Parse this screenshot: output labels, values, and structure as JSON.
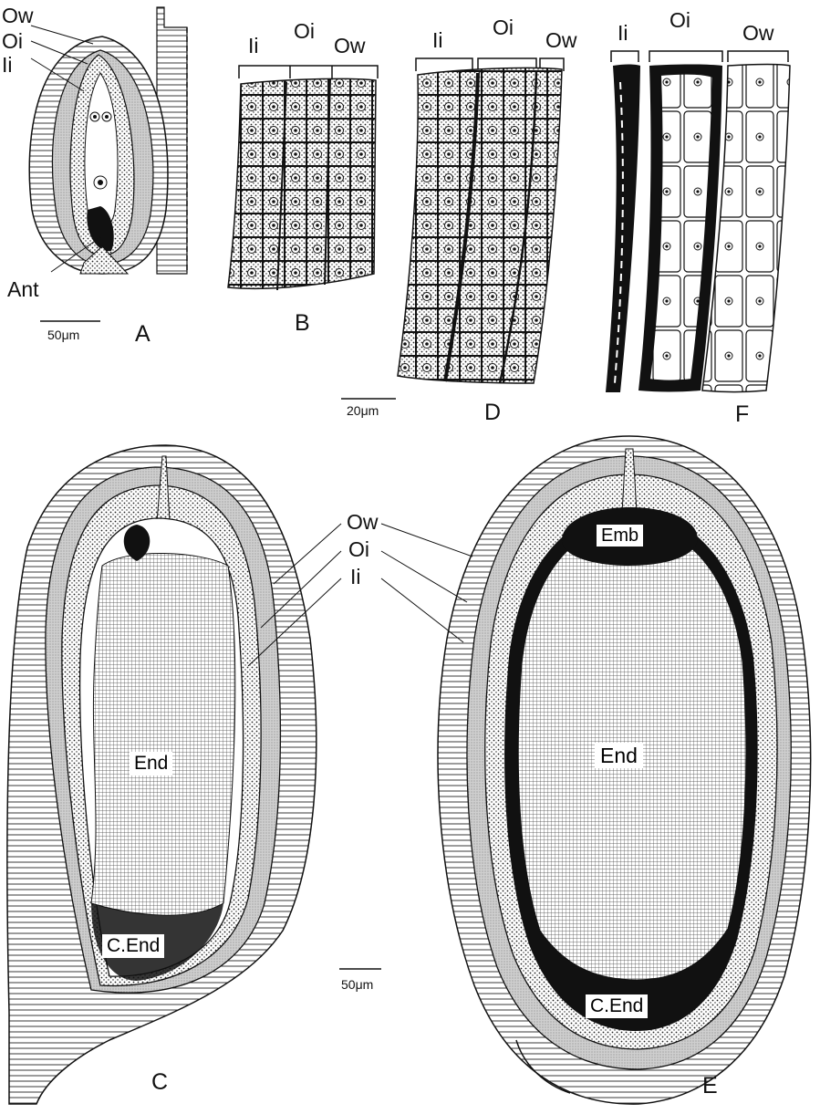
{
  "figure": {
    "panels": {
      "A": {
        "letter": "A",
        "labels": {
          "ow": "Ow",
          "oi": "Oi",
          "ii": "Ii",
          "ant": "Ant"
        },
        "scale_bar": "50μm"
      },
      "B": {
        "letter": "B",
        "layers": {
          "ii": "Ii",
          "oi": "Oi",
          "ow": "Ow"
        }
      },
      "D": {
        "letter": "D",
        "layers": {
          "ii": "Ii",
          "oi": "Oi",
          "ow": "Ow"
        },
        "scale_bar": "20μm"
      },
      "F": {
        "letter": "F",
        "layers": {
          "ii": "Ii",
          "oi": "Oi",
          "ow": "Ow"
        }
      },
      "C": {
        "letter": "C",
        "labels": {
          "end": "End",
          "cend": "C.End"
        }
      },
      "E": {
        "letter": "E",
        "labels": {
          "emb": "Emb",
          "end": "End",
          "cend": "C.End"
        }
      }
    },
    "shared_labels": {
      "ow": "Ow",
      "oi": "Oi",
      "ii": "Ii"
    },
    "bottom_scale_bar": "50μm"
  }
}
